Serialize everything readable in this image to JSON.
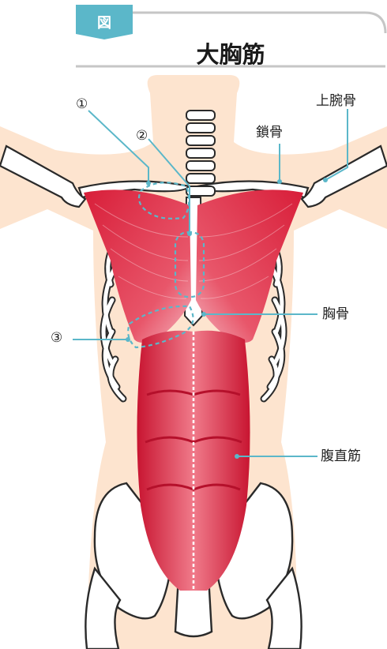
{
  "figure": {
    "badge": "図",
    "title": "大胸筋"
  },
  "labels": {
    "part1": "①",
    "part2": "②",
    "part3": "③",
    "humerus": "上腕骨",
    "clavicle": "鎖骨",
    "sternum": "胸骨",
    "rectus_abdominis": "腹直筋"
  },
  "colors": {
    "accent": "#5bb7c9",
    "muscle": "#e0283e",
    "skin": "#fde4cf",
    "bone": "#ffffff"
  }
}
